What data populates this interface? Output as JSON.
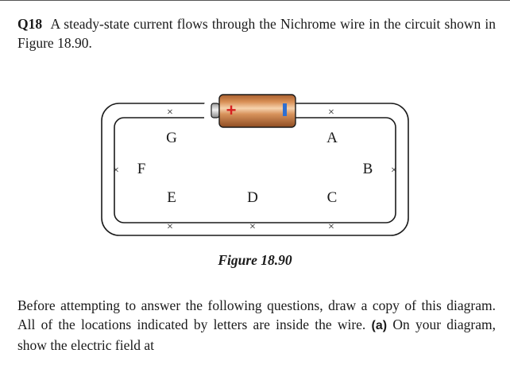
{
  "question": {
    "number": "Q18",
    "text": "A steady-state current flows through the Nichrome wire in the circuit shown in Figure 18.90."
  },
  "figure": {
    "caption": "Figure 18.90",
    "locations": {
      "A": "A",
      "B": "B",
      "C": "C",
      "D": "D",
      "E": "E",
      "F": "F",
      "G": "G"
    },
    "marker": "×",
    "battery": {
      "plus": "+",
      "colors": {
        "body": "#c47a43",
        "highlight": "#f3c9a0",
        "plus": "#d62020",
        "minus": "#2f6fd1",
        "wire": "#1a1a1a"
      }
    }
  },
  "body": {
    "text_before": "Before attempting to answer the following questions, draw a copy of this diagram. All of the locations indicated by letters are inside the wire. ",
    "part_label": "(a)",
    "text_after": " On your diagram, show the electric field at"
  }
}
